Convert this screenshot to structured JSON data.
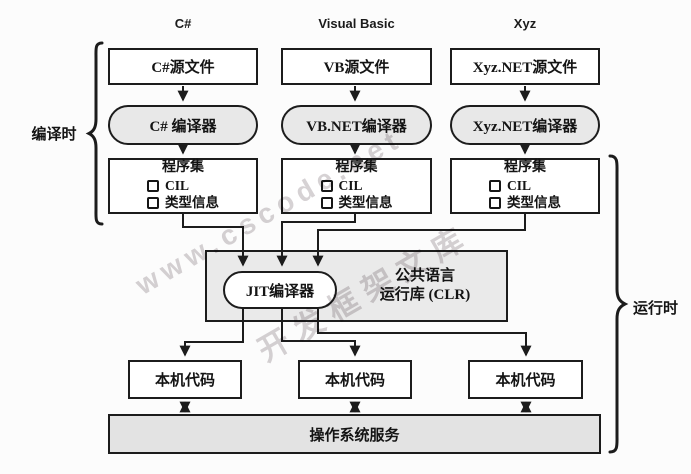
{
  "columns": [
    {
      "header": "C#",
      "source": "C#源文件",
      "compiler": "C# 编译器",
      "assembly_title": "程序集",
      "assembly_items": [
        "CIL",
        "类型信息"
      ],
      "native": "本机代码"
    },
    {
      "header": "Visual Basic",
      "source": "VB源文件",
      "compiler": "VB.NET编译器",
      "assembly_title": "程序集",
      "assembly_items": [
        "CIL",
        "类型信息"
      ],
      "native": "本机代码"
    },
    {
      "header": "Xyz",
      "source": "Xyz.NET源文件",
      "compiler": "Xyz.NET编译器",
      "assembly_title": "程序集",
      "assembly_items": [
        "CIL",
        "类型信息"
      ],
      "native": "本机代码"
    }
  ],
  "clr": {
    "jit_label": "JIT编译器",
    "name_line1": "公共语言",
    "name_line2": "运行库 (CLR)"
  },
  "os_label": "操作系统服务",
  "phase_labels": {
    "compile_time": "编译时",
    "runtime": "运行时"
  },
  "watermark": {
    "line1": "www.cscode.net",
    "line2": "开发框架文库"
  },
  "colors": {
    "ink": "#1c1c1c",
    "fill_gray": "#e8e8e8",
    "fill_white": "#ffffff",
    "paper": "#fcfcfc"
  }
}
